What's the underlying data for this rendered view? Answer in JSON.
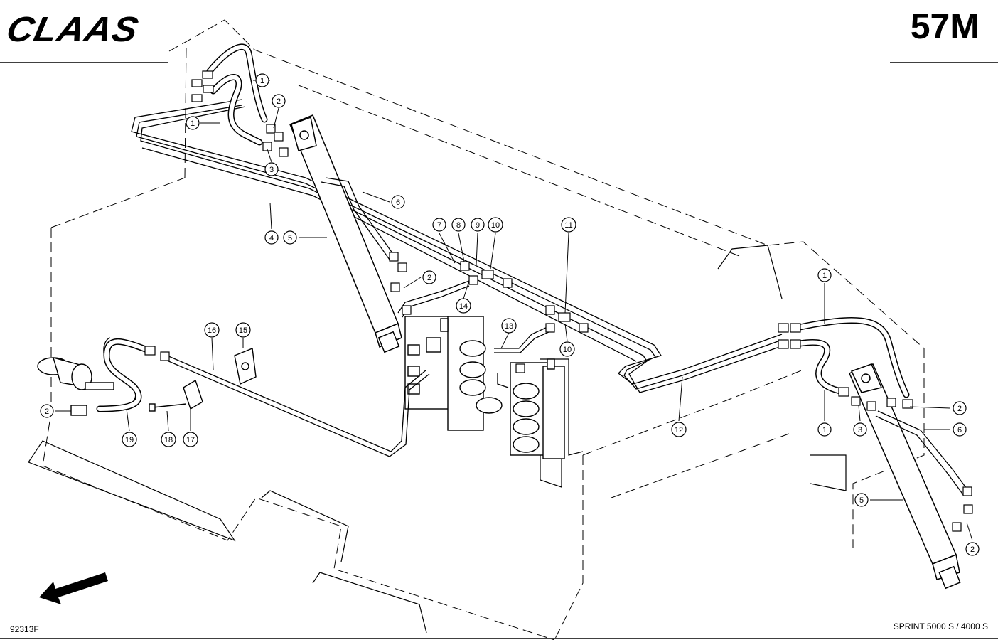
{
  "header": {
    "brand": "CLAAS",
    "page_code": "57M"
  },
  "footer": {
    "drawing_number": "92313F",
    "model": "SPRINT 5000 S / 4000 S"
  },
  "callouts": {
    "c1a": "1",
    "c1b": "1",
    "c2a": "2",
    "c3a": "3",
    "c6a": "6",
    "c4": "4",
    "c5a": "5",
    "c7": "7",
    "c8": "8",
    "c9": "9",
    "c10a": "10",
    "c11": "11",
    "c2b": "2",
    "c14": "14",
    "c13": "13",
    "c10b": "10",
    "c16": "16",
    "c15": "15",
    "c2c": "2",
    "c19": "19",
    "c18": "18",
    "c17": "17",
    "c1c": "1",
    "c1d": "1",
    "c3b": "3",
    "c2d": "2",
    "c6b": "6",
    "c12": "12",
    "c5b": "5",
    "c2e": "2"
  },
  "colors": {
    "ink": "#000000",
    "paper": "#ffffff"
  }
}
